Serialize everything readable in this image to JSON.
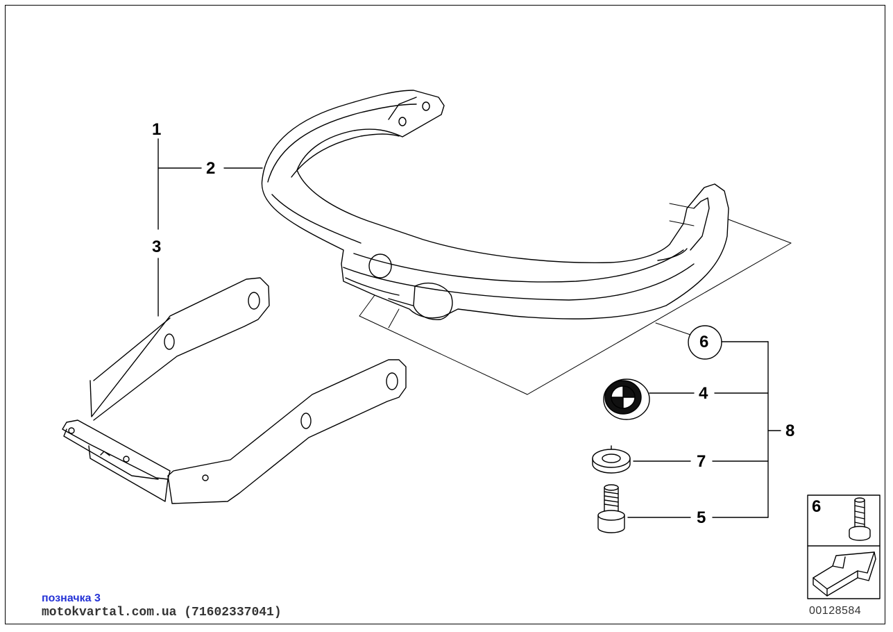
{
  "diagram": {
    "callouts": {
      "c1": "1",
      "c2": "2",
      "c3": "3",
      "c4": "4",
      "c5": "5",
      "c6": "6",
      "c7": "7",
      "c8": "8",
      "legend_number": "6"
    },
    "caption": "позначка 3",
    "watermark": "motokvartal.com.ua (71602337041)",
    "document_number": "00128584"
  }
}
